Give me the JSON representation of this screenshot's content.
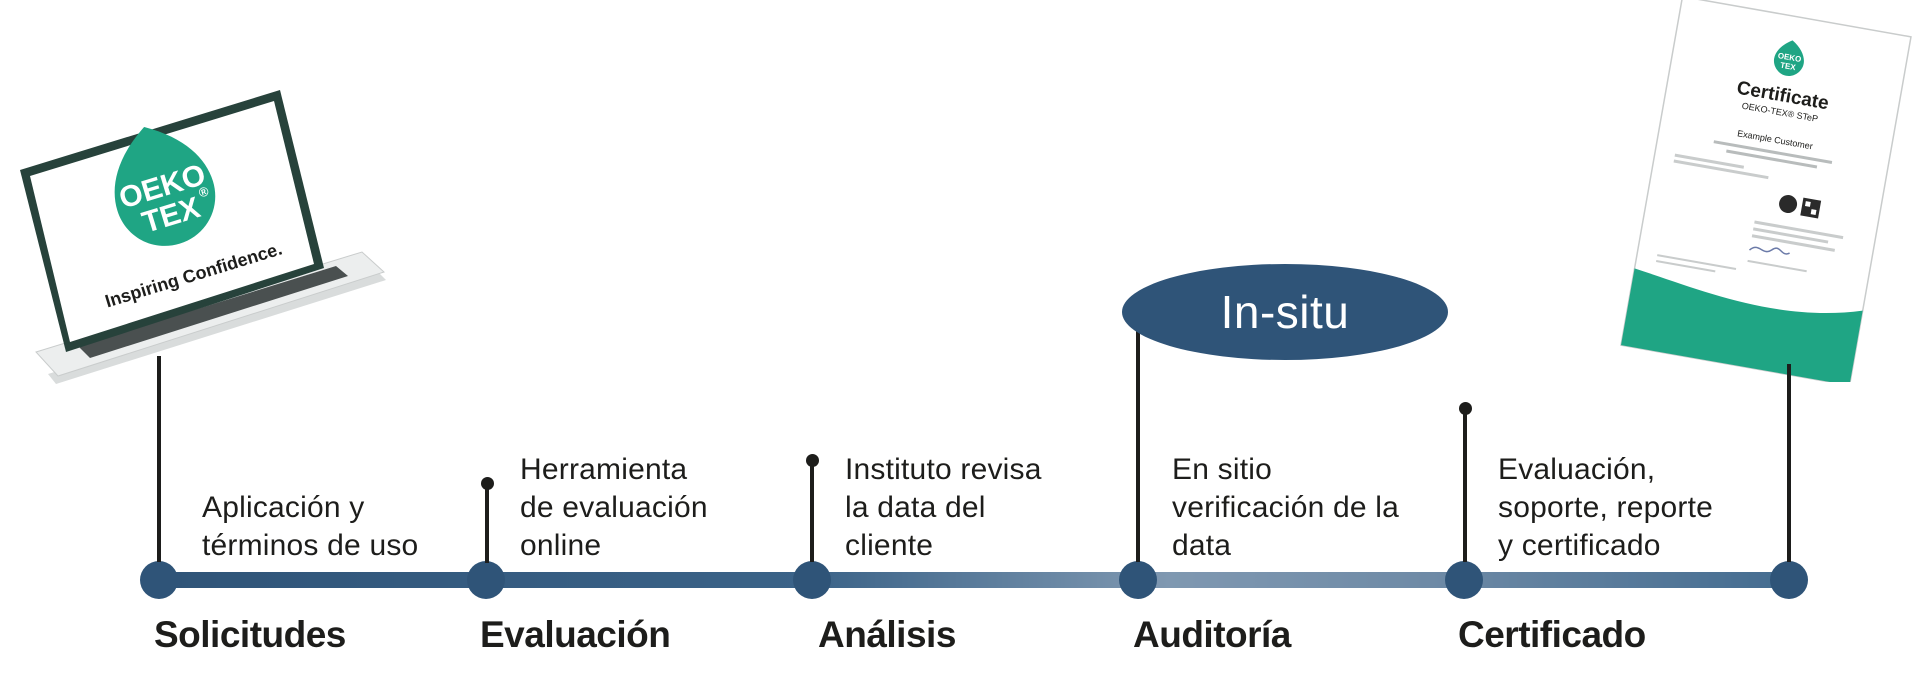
{
  "colors": {
    "accent": "#2f5478",
    "oekotex_green": "#1fa584",
    "text": "#1d1d1b"
  },
  "laptop": {
    "logo_line1": "OEKO",
    "logo_line2": "TEX",
    "registered": "®",
    "tagline": "Inspiring Confidence."
  },
  "certificate": {
    "logo_line1": "OEKO",
    "logo_line2": "TEX",
    "title": "Certificate",
    "subtitle": "OEKO-TEX® STeP",
    "customer": "Example Customer"
  },
  "insitu": {
    "label": "In-situ"
  },
  "steps": [
    {
      "title": "Solicitudes",
      "description": [
        "Aplicación y",
        "términos de uso"
      ]
    },
    {
      "title": "Evaluación",
      "description": [
        "Herramienta",
        "de evaluación",
        "online"
      ]
    },
    {
      "title": "Análisis",
      "description": [
        "Instituto revisa",
        "la data del",
        "cliente"
      ]
    },
    {
      "title": "Auditoría",
      "description": [
        "En sitio",
        "verificación de la",
        "data"
      ]
    },
    {
      "title": "Certificado",
      "description": [
        "Evaluación,",
        "soporte, reporte",
        "y certificado"
      ]
    }
  ]
}
